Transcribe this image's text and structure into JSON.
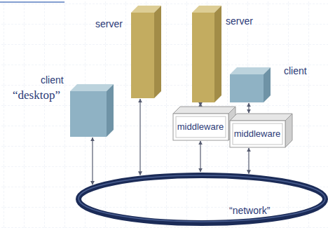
{
  "diagram": {
    "nodes": [
      {
        "text": [
          "server"
        ]
      },
      {
        "text": [
          "server"
        ]
      },
      {
        "text": [
          "client",
          "“desktop”"
        ]
      },
      {
        "text": [
          "client"
        ]
      },
      {
        "text": [
          "middleware"
        ]
      },
      {
        "text": [
          "middleware"
        ]
      },
      {
        "text": [
          "“network”"
        ]
      }
    ],
    "edges": [
      {
        "from": 2,
        "to": 6,
        "arrow": "both"
      },
      {
        "from": 0,
        "to": 6,
        "arrow": "both"
      },
      {
        "from": 1,
        "to": 4,
        "arrow": "both"
      },
      {
        "from": 4,
        "to": 6,
        "arrow": "both"
      },
      {
        "from": 3,
        "to": 5,
        "arrow": "both"
      },
      {
        "from": 5,
        "to": 6,
        "arrow": "both"
      }
    ]
  }
}
